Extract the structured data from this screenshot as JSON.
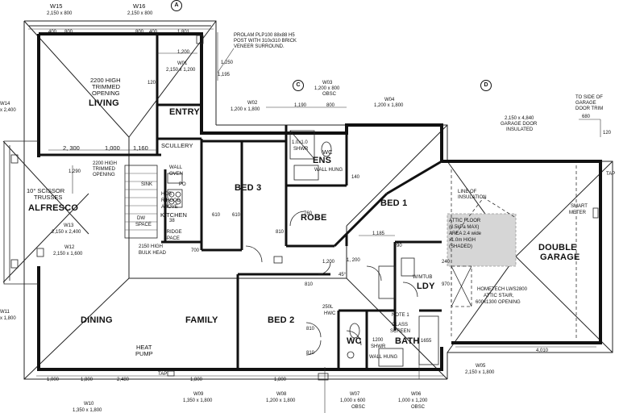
{
  "grid_markers": [
    "A",
    "C",
    "D"
  ],
  "rooms": {
    "living": "LIVING",
    "entry": "ENTRY",
    "scullery": "SCULLERY",
    "bed3": "BED 3",
    "ens": "ENS",
    "bed1": "BED 1",
    "robe": "ROBE",
    "alfresco": "ALFRESCO",
    "kitchen": "KITCHEN",
    "dining": "DINING",
    "family": "FAMILY",
    "bed2": "BED 2",
    "wc1": "WC",
    "wc2": "WC",
    "bath": "BATH",
    "ldy": "LDY",
    "double_garage_1": "DOUBLE",
    "double_garage_2": "GARAGE"
  },
  "windows": {
    "w15": {
      "tag": "W15",
      "size": "2,150 x 800"
    },
    "w16": {
      "tag": "W16",
      "size": "2,150 x 800"
    },
    "w01": {
      "tag": "W01",
      "size": "2,150 x 1,200"
    },
    "w02": {
      "tag": "W02",
      "size": "1,200 x 1,800"
    },
    "w03": {
      "tag": "W03",
      "size": "1,200 x 800",
      "note": "OBSC"
    },
    "w04": {
      "tag": "W04",
      "size": "1,200 x 1,800"
    },
    "w14": {
      "tag": "W14",
      "size": "x 2,400"
    },
    "w13": {
      "tag": "W13",
      "size": "2,150 x 2,400"
    },
    "w12": {
      "tag": "W12",
      "size": "2,150 x 1,600"
    },
    "w11": {
      "tag": "W11",
      "size": "x 1,800"
    },
    "w10": {
      "tag": "W10",
      "size": "1,350 x 1,800"
    },
    "w09": {
      "tag": "W09",
      "size": "1,350 x 1,800"
    },
    "w08": {
      "tag": "W08",
      "size": "1,200 x 1,800"
    },
    "w07": {
      "tag": "W07",
      "size": "1,000 x 600",
      "note": "OBSC"
    },
    "w06": {
      "tag": "W06",
      "size": "1,000 x 1,200",
      "note": "OBSC"
    },
    "w05": {
      "tag": "W05",
      "size": "2,150 x 1,800"
    }
  },
  "notes": {
    "post_1": "PROLAM PLP100 88x88 H5",
    "post_2": "POST WITH 310x310 BRICK",
    "post_3": "VENEER SURROUND.",
    "opening_1a": "2200 HIGH",
    "opening_1b": "TRIMMED",
    "opening_1c": "OPENING",
    "opening_2a": "2200 HIGH",
    "opening_2b": "TRIMMED",
    "opening_2c": "OPENING",
    "scissor_1": "10° SCISSOR",
    "scissor_2": "TRUSSES",
    "garage_door_1": "2,150 x 4,840",
    "garage_door_2": "GARAGE DOOR",
    "garage_door_3": "INSULATED",
    "side_1": "TO SIDE OF",
    "side_2": "GARAGE",
    "side_3": "DOOR TRIM",
    "insulation_1": "LINE OF",
    "insulation_2": "INSULATION",
    "smart_1": "SMART",
    "smart_2": "METER",
    "attic_1": "ATTIC FLOOR",
    "attic_2": "(0.5kPa MAX)",
    "attic_3": "AREA 2.4 wide",
    "attic_4": "x1.0m HIGH",
    "attic_5": "(SHADED)",
    "hometech_1": "HOMETECH LWS2800",
    "hometech_2": "ATTIC STAIR,",
    "hometech_3": "600x1300 OPENING",
    "bulkhead_1": "2150 HIGH",
    "bulkhead_2": "BULK HEAD",
    "heat_1": "HEAT",
    "heat_2": "PUMP",
    "hob_1": "HOB",
    "hob_2": "R/HOOD",
    "hob_3": "ABOVE",
    "kitchen_num": "38",
    "fridge_1": "FRIDGE",
    "fridge_2": "SPACE",
    "dw_1": "DW",
    "dw_2": "SPACE",
    "wall_oven_1": "WALL",
    "wall_oven_2": "OVEN",
    "sink": "SINK",
    "shwr_1": "1.0x1.0",
    "shwr_2": "SHWR",
    "wmtub": "W/MTUB",
    "hwc_1": "250L",
    "hwc_2": "HWC",
    "note1": "NOTE 1",
    "glass_1": "GLASS",
    "glass_2": "SCREEN",
    "shwr2_1": "1200",
    "shwr2_2": "SHWR",
    "bath_num": "1655",
    "tap_1": "TAP",
    "tap_2": "TAP",
    "wall_hung_1": "WALL HUNG",
    "wall_hung_2": "WALL HUNG",
    "pos": "PO"
  },
  "dimensions": {
    "top_400": "400",
    "top_800a": "800",
    "top_800b": "800",
    "top_400b": "400",
    "top_1801": "1,801",
    "top_1200": "1,200",
    "top_1190": "1,190",
    "top_800c": "800",
    "d_2300": "2, 300",
    "d_1000": "1,000",
    "d_1160": "1,160",
    "d_1200v": "1, 200",
    "d_1185": "1,185",
    "d_90": "90",
    "d_680": "680",
    "d_120": "120",
    "d_700": "700",
    "d_1200d": "1,200",
    "d_45": "45°",
    "d_760": "760",
    "d_610a": "610",
    "d_610b": "610",
    "d_810a": "810",
    "d_810b": "810",
    "d_810c": "810",
    "d_810d": "810",
    "d_140": "140",
    "d_240": "240",
    "d_970": "970",
    "d_1290": "1,290",
    "d_1250": "1,250",
    "d_1195": "1,195",
    "d_120b": "120",
    "bot_1000": "1,000",
    "bot_1800a": "1,800",
    "bot_2480": "2,480",
    "bot_1800b": "1,800",
    "bot_4010": "4,010",
    "bot_1800c": "1,800"
  }
}
